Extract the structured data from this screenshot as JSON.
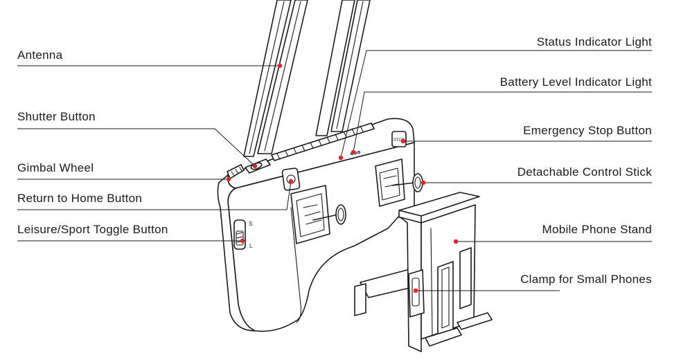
{
  "colors": {
    "callout_dot": "#e8202a",
    "line": "#1a1a1a",
    "text": "#1a1a1a"
  },
  "device": {
    "stop_button_text": "STOP",
    "mode_switch_s": "S",
    "mode_switch_l": "L"
  },
  "callouts": {
    "antenna": "Antenna",
    "shutter": "Shutter Button",
    "gimbal": "Gimbal Wheel",
    "rth": "Return to Home Button",
    "mode_toggle": "Leisure/Sport Toggle Button",
    "status_light": "Status Indicator Light",
    "battery_light": "Battery Level Indicator Light",
    "estop": "Emergency Stop Button",
    "stick": "Detachable Control Stick",
    "phone_stand": "Mobile Phone Stand",
    "clamp": "Clamp for Small Phones"
  }
}
